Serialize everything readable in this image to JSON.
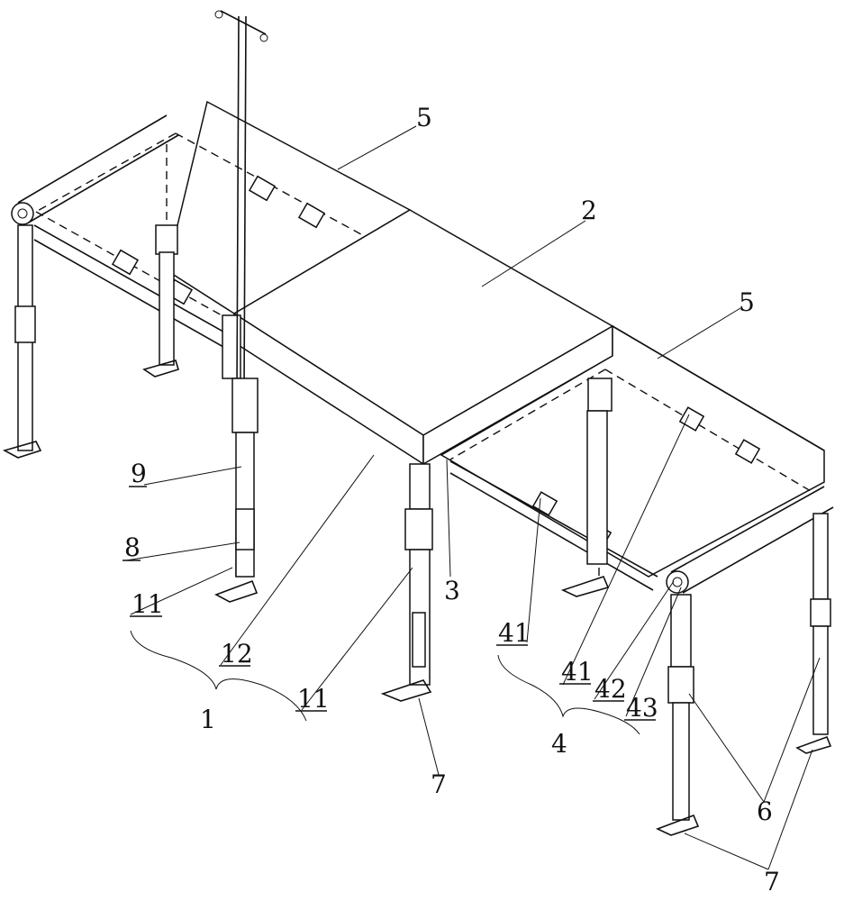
{
  "figure": {
    "labels": {
      "l5a": "5",
      "l2": "2",
      "l5b": "5",
      "l9": "9",
      "l8": "8",
      "l11a": "11",
      "l12": "12",
      "l11b": "11",
      "l1": "1",
      "l3": "3",
      "l41a": "41",
      "l41b": "41",
      "l42": "42",
      "l43": "43",
      "l4": "4",
      "l7a": "7",
      "l6": "6",
      "l7b": "7"
    }
  }
}
